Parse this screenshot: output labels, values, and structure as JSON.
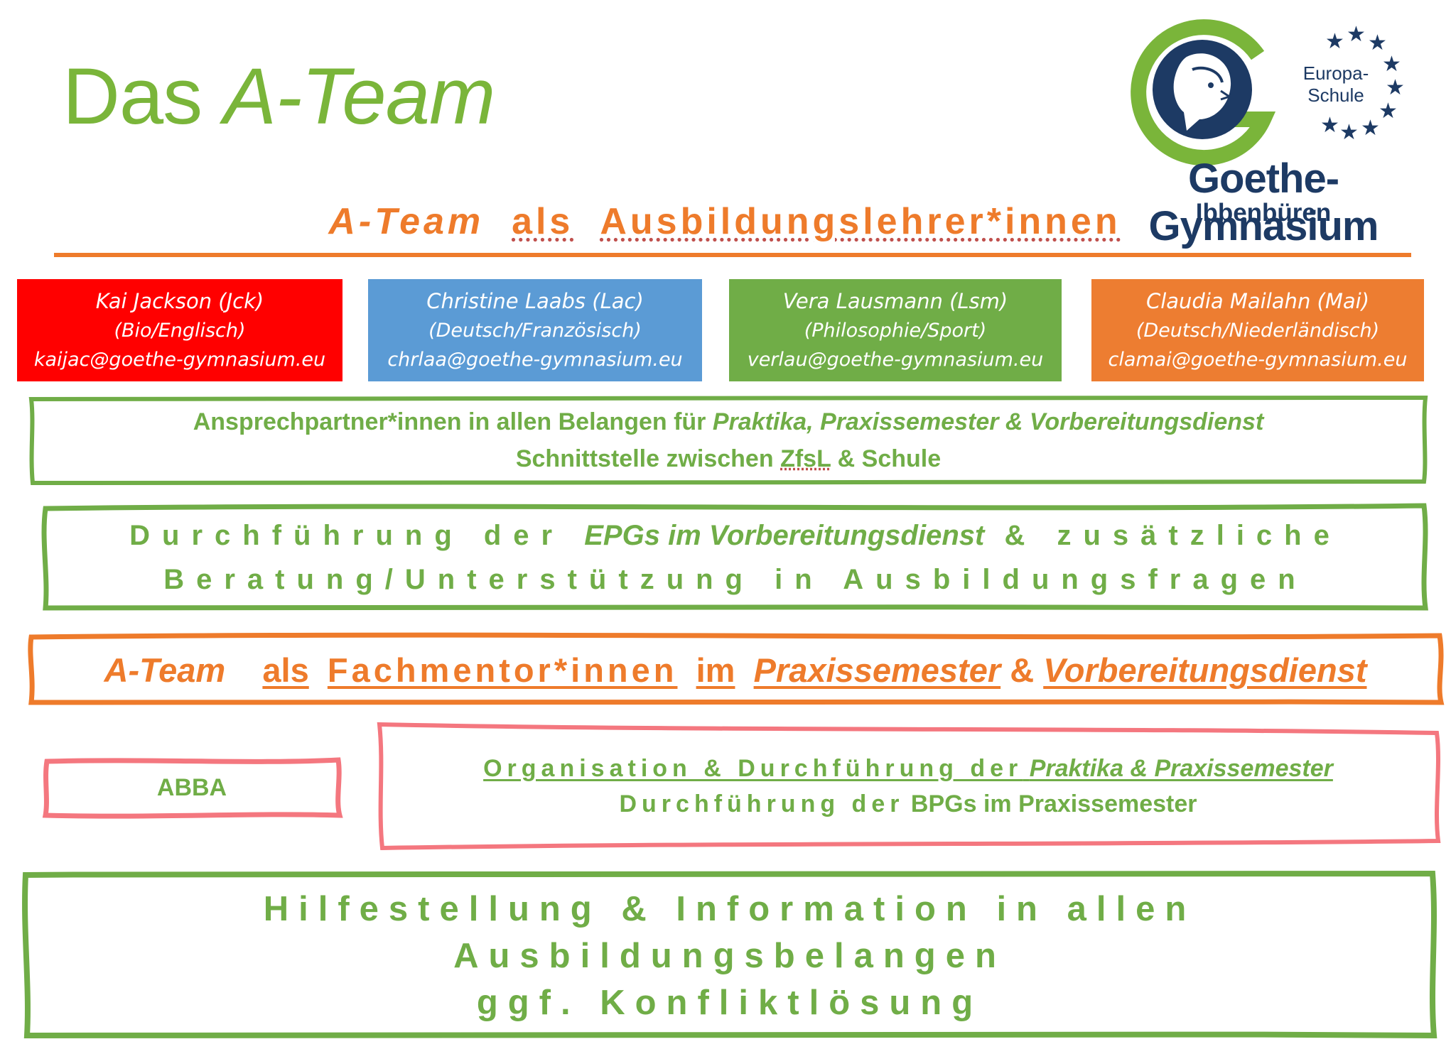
{
  "title": {
    "plain": "Das",
    "italic": "A-Team"
  },
  "logo": {
    "badge_line1": "Europa-",
    "badge_line2": "Schule",
    "school_name": "Goethe-Gymnasium",
    "town": "Ibbenbüren"
  },
  "section1": {
    "team": "A-Team",
    "word_als": "als",
    "word_role": "Ausbildungslehrer*innen"
  },
  "members": [
    {
      "name": "Kai Jackson (Jck)",
      "subjects": "(Bio/Englisch)",
      "email": "kaijac@goethe-gymnasium.eu",
      "color": "#ff0000"
    },
    {
      "name": "Christine Laabs (Lac)",
      "subjects": "(Deutsch/Französisch)",
      "email": "chrlaa@goethe-gymnasium.eu",
      "color": "#5b9bd5"
    },
    {
      "name": "Vera Lausmann  (Lsm)",
      "subjects": "(Philosophie/Sport)",
      "email": "verlau@goethe-gymnasium.eu",
      "color": "#70ad47"
    },
    {
      "name": "Claudia Mailahn  (Mai)",
      "subjects": "(Deutsch/Niederländisch)",
      "email": "clamai@goethe-gymnasium.eu",
      "color": "#ed7d31"
    }
  ],
  "box1": {
    "line1_plain": "Ansprechpartner*innen in allen Belangen für",
    "line1_italic": "Praktika, Praxissemester & Vorbereitungsdienst",
    "line2_a": "Schnittstelle zwischen",
    "line2_b": "ZfsL",
    "line2_c": "& Schule"
  },
  "box2": {
    "line1_a": "Durchführung der",
    "line1_italic": "EPGs im Vorbereitungsdienst",
    "line1_b": "& zusätzliche",
    "line2": "Beratung/Unterstützung in Ausbildungsfragen"
  },
  "box3": {
    "team": "A-Team",
    "als": "als",
    "role": "Fachmentor*innen",
    "im": "im",
    "italic1": "Praxissemester",
    "amp": "&",
    "italic2": "Vorbereitungsdienst"
  },
  "box4": {
    "label": "ABBA"
  },
  "box5": {
    "line1_spaced": "Organisation & Durchführung der",
    "line1_italic": "Praktika & Praxissemester",
    "line2_spaced": "Durchführung der",
    "line2_plain": "BPGs im Praxissemester"
  },
  "box6": {
    "line1": "Hilfestellung & Information in allen",
    "line2": "Ausbildungsbelangen",
    "line3": "ggf. Konfliktlösung"
  },
  "colors": {
    "green": "#70ad47",
    "title_green": "#7ab53a",
    "orange": "#ee7b2b",
    "pink": "#f4777f",
    "navy": "#1d3a64"
  }
}
